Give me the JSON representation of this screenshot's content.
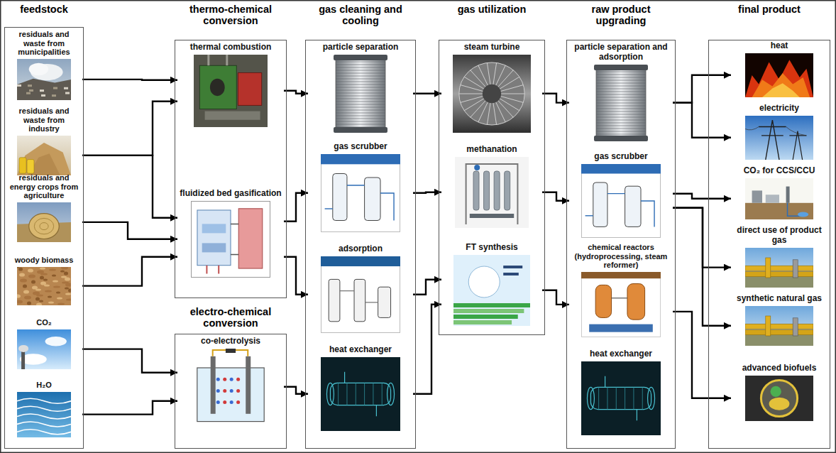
{
  "diagram": {
    "nodes": [
      {
        "text": [
          "feedstock"
        ]
      },
      {
        "text": [
          "residuals and waste from municipalities"
        ],
        "in": 0
      },
      {
        "text": [
          "residuals and waste from industry"
        ],
        "in": 0
      },
      {
        "text": [
          "residuals and energy crops from agriculture"
        ],
        "in": 0
      },
      {
        "text": [
          "woody biomass"
        ],
        "in": 0
      },
      {
        "text": [
          "CO₂"
        ],
        "in": 0
      },
      {
        "text": [
          "H₂O"
        ],
        "in": 0
      },
      {
        "text": [
          "thermo-chemical conversion"
        ]
      },
      {
        "text": [
          "thermal combustion"
        ],
        "in": 7
      },
      {
        "text": [
          "fluidized bed gasification"
        ],
        "in": 7
      },
      {
        "text": [
          "electro-chemical conversion"
        ]
      },
      {
        "text": [
          "co-electrolysis"
        ],
        "in": 10
      },
      {
        "text": [
          "gas cleaning and cooling"
        ]
      },
      {
        "text": [
          "particle separation"
        ],
        "in": 12
      },
      {
        "text": [
          "gas scrubber"
        ],
        "in": 12
      },
      {
        "text": [
          "adsorption"
        ],
        "in": 12
      },
      {
        "text": [
          "heat exchanger"
        ],
        "in": 12
      },
      {
        "text": [
          "gas utilization"
        ]
      },
      {
        "text": [
          "steam turbine"
        ],
        "in": 17
      },
      {
        "text": [
          "methanation"
        ],
        "in": 17
      },
      {
        "text": [
          "FT synthesis"
        ],
        "in": 17
      },
      {
        "text": [
          "raw product upgrading"
        ]
      },
      {
        "text": [
          "particle separation and adsorption"
        ],
        "in": 21
      },
      {
        "text": [
          "gas scrubber"
        ],
        "in": 21
      },
      {
        "text": [
          "chemical reactors (hydroprocessing, steam reformer)"
        ],
        "in": 21
      },
      {
        "text": [
          "heat exchanger"
        ],
        "in": 21
      },
      {
        "text": [
          "final product"
        ]
      },
      {
        "text": [
          "heat"
        ],
        "in": 26
      },
      {
        "text": [
          "electricity"
        ],
        "in": 26
      },
      {
        "text": [
          "CO₂ for CCS/CCU"
        ],
        "in": 26
      },
      {
        "text": [
          "direct use of product gas"
        ],
        "in": 26
      },
      {
        "text": [
          "synthetic natural gas"
        ],
        "in": 26
      },
      {
        "text": [
          "advanced biofuels"
        ],
        "in": 26
      }
    ],
    "edges": [
      {
        "from": 1,
        "to": 8,
        "arrow": "to"
      },
      {
        "from": 2,
        "to": 8,
        "arrow": "to"
      },
      {
        "from": 2,
        "to": 9,
        "arrow": "to"
      },
      {
        "from": 3,
        "to": 9,
        "arrow": "to"
      },
      {
        "from": 4,
        "to": 9,
        "arrow": "to"
      },
      {
        "from": 5,
        "to": 11,
        "arrow": "to"
      },
      {
        "from": 6,
        "to": 11,
        "arrow": "to"
      },
      {
        "from": 8,
        "to": 13,
        "arrow": "to"
      },
      {
        "from": 9,
        "to": 14,
        "arrow": "to"
      },
      {
        "from": 9,
        "to": 15,
        "arrow": "to"
      },
      {
        "from": 11,
        "to": 16,
        "arrow": "to"
      },
      {
        "from": 13,
        "to": 18,
        "arrow": "to"
      },
      {
        "from": 14,
        "to": 19,
        "arrow": "to"
      },
      {
        "from": 15,
        "to": 20,
        "arrow": "to"
      },
      {
        "from": 16,
        "to": 20,
        "arrow": "to"
      },
      {
        "from": 18,
        "to": 22,
        "arrow": "to"
      },
      {
        "from": 19,
        "to": 23,
        "arrow": "to"
      },
      {
        "from": 20,
        "to": 24,
        "arrow": "to"
      },
      {
        "from": 22,
        "to": 27,
        "arrow": "to"
      },
      {
        "from": 22,
        "to": 28,
        "arrow": "to"
      },
      {
        "from": 23,
        "to": 29,
        "arrow": "to"
      },
      {
        "from": 23,
        "to": 30,
        "arrow": "to"
      },
      {
        "from": 23,
        "to": 31,
        "arrow": "to"
      },
      {
        "from": 24,
        "to": 32,
        "arrow": "to"
      }
    ]
  }
}
